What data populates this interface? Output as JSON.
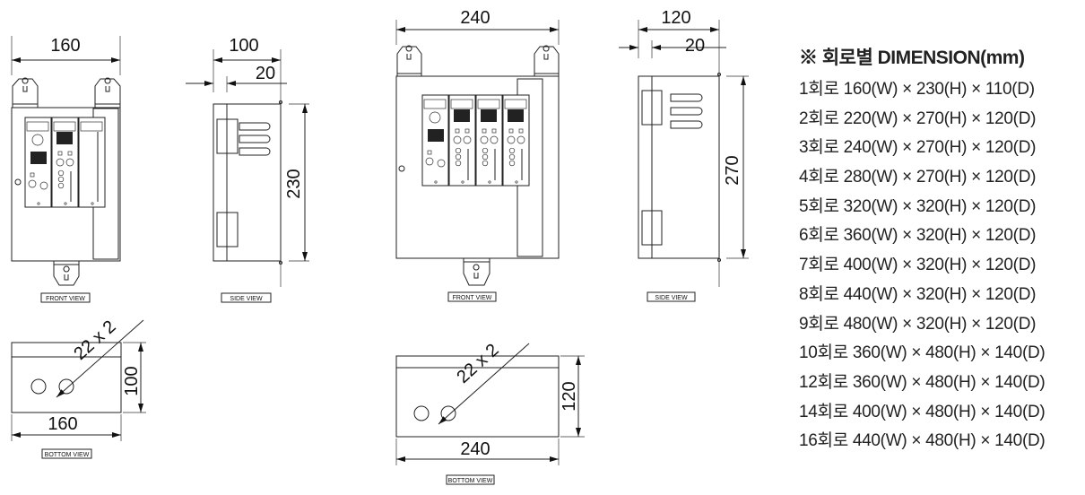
{
  "diagram": {
    "small_unit": {
      "front_width": "160",
      "side_depth": "100",
      "side_offset": "20",
      "side_height": "230",
      "bottom_hole": "22 x 2",
      "bottom_depth": "100",
      "bottom_width": "160"
    },
    "large_unit": {
      "front_width": "240",
      "side_depth": "120",
      "side_offset": "20",
      "side_height": "270",
      "bottom_hole": "22 x 2",
      "bottom_depth": "120",
      "bottom_width": "240"
    },
    "view_labels": {
      "front": "FRONT VIEW",
      "side": "SIDE VIEW",
      "bottom": "BOTTOM VIEW"
    }
  },
  "spec": {
    "title": "※ 회로별 DIMENSION(mm)",
    "rows": [
      "1회로 160(W) × 230(H) × 110(D)",
      "2회로 220(W) × 270(H) × 120(D)",
      "3회로 240(W) × 270(H) × 120(D)",
      "4회로 280(W) × 270(H) × 120(D)",
      "5회로 320(W) × 320(H) × 120(D)",
      "6회로 360(W) × 320(H) × 120(D)",
      "7회로 400(W) × 320(H) × 120(D)",
      "8회로 440(W) × 320(H) × 120(D)",
      "9회로 480(W) × 320(H) × 120(D)",
      "10회로 360(W) × 480(H) × 140(D)",
      "12회로 360(W) × 480(H) × 140(D)",
      "14회로 400(W) × 480(H) × 140(D)",
      "16회로 440(W) × 480(H) × 140(D)"
    ]
  }
}
